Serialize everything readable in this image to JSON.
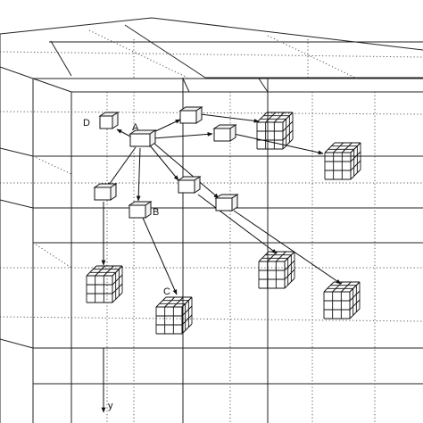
{
  "labels": {
    "a": "A",
    "b": "B",
    "c": "C",
    "d": "D",
    "y_axis": "y"
  },
  "colors": {
    "ink": "#111111",
    "background": "#ffffff"
  }
}
